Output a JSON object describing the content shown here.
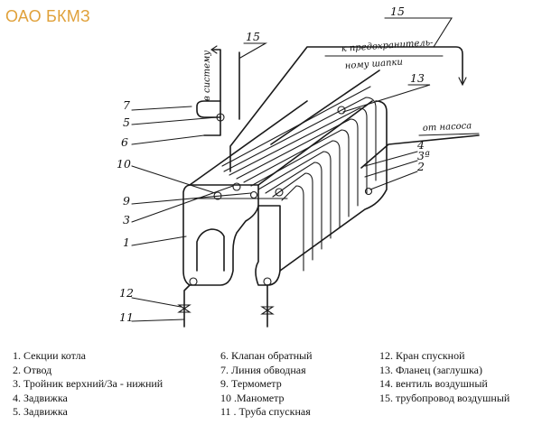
{
  "logo_text": "ОАО БКМЗ",
  "figure": {
    "callouts": {
      "c1": "1",
      "c2": "2",
      "c3": "3",
      "c3a": "3ª",
      "c4": "4",
      "c5": "5",
      "c6": "6",
      "c7": "7",
      "c9": "9",
      "c10": "10",
      "c11": "11",
      "c12": "12",
      "c13": "13",
      "c15a": "15",
      "c15b": "15"
    },
    "annotations": {
      "to_expander_1": "к предохранитель-",
      "to_expander_2": "ному шапки",
      "to_system": "в систему",
      "from_pump": "от насоса"
    }
  },
  "legend": {
    "col1": [
      "1. Секции котла",
      "2. Отвод",
      "3. Тройник верхний/3а - нижний",
      "4. Задвижка",
      "5. Задвижка"
    ],
    "col2": [
      "6. Клапан обратный",
      "7. Линия обводная",
      "9. Термометр",
      "10 .Манометр",
      "11 . Труба спускная"
    ],
    "col3": [
      "12. Кран спускной",
      "13. Фланец (заглушка)",
      "14. вентиль воздушный",
      "15. трубопровод воздушный"
    ]
  }
}
